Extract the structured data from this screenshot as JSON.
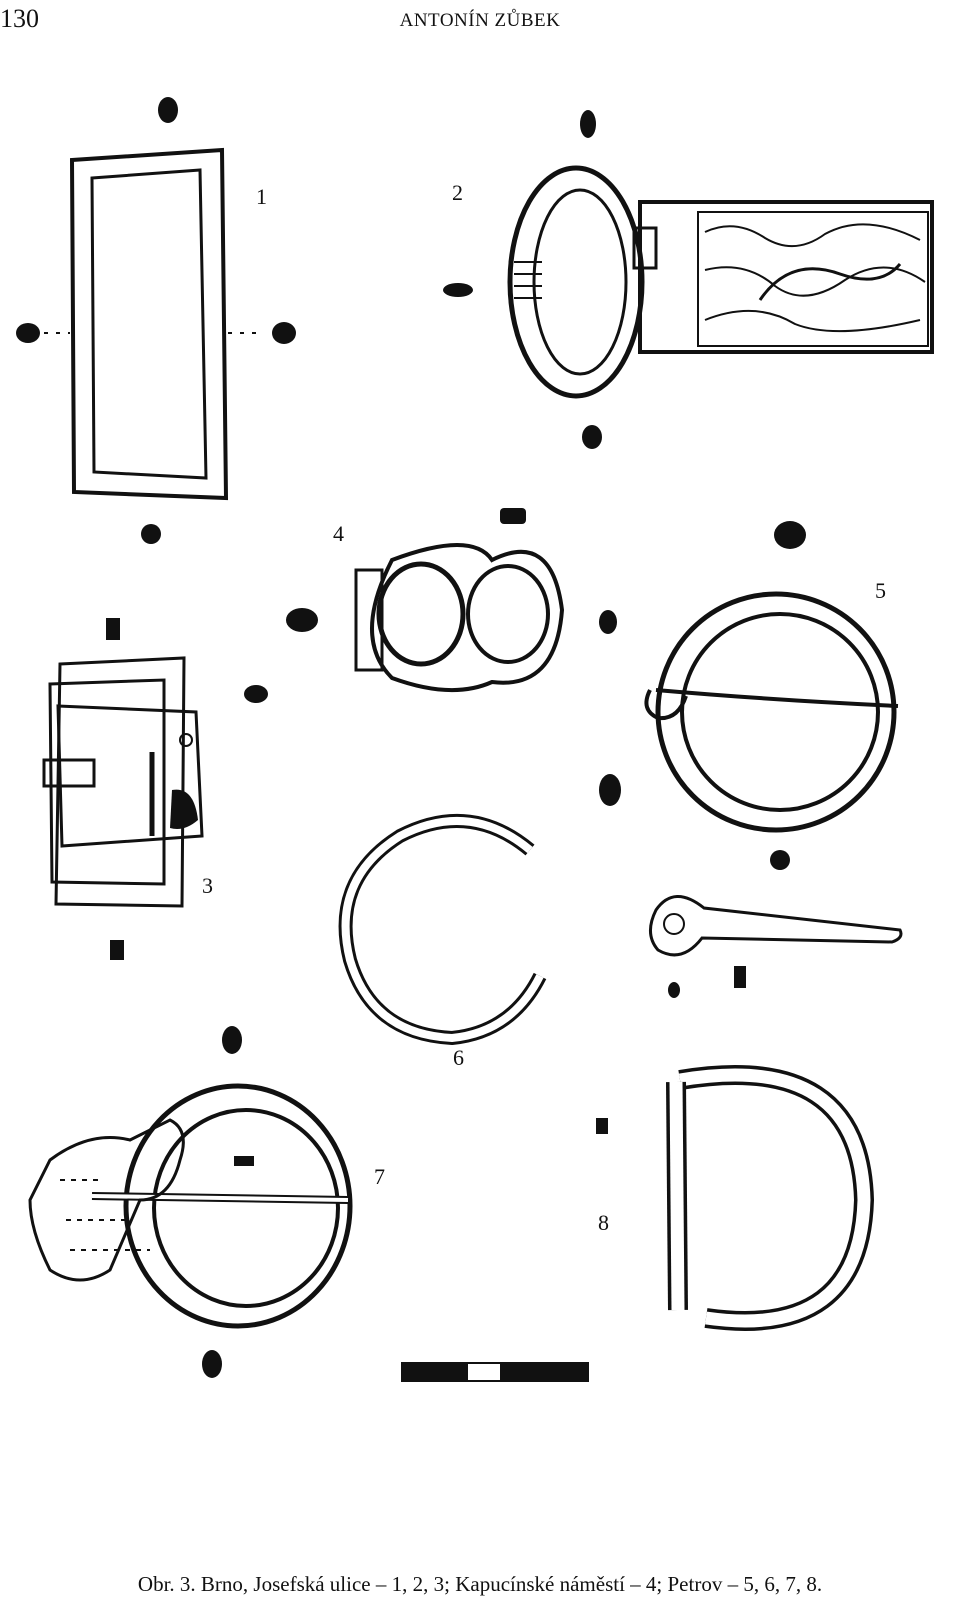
{
  "header": {
    "page_number": "130",
    "running_head": "ANTONÍN ZŮBEK"
  },
  "figures": {
    "labels": [
      "1",
      "2",
      "3",
      "4",
      "5",
      "6",
      "7",
      "8"
    ]
  },
  "caption": "Obr. 3. Brno, Josefská ulice – 1, 2, 3; Kapucínské náměstí – 4; Petrov – 5, 6, 7, 8."
}
